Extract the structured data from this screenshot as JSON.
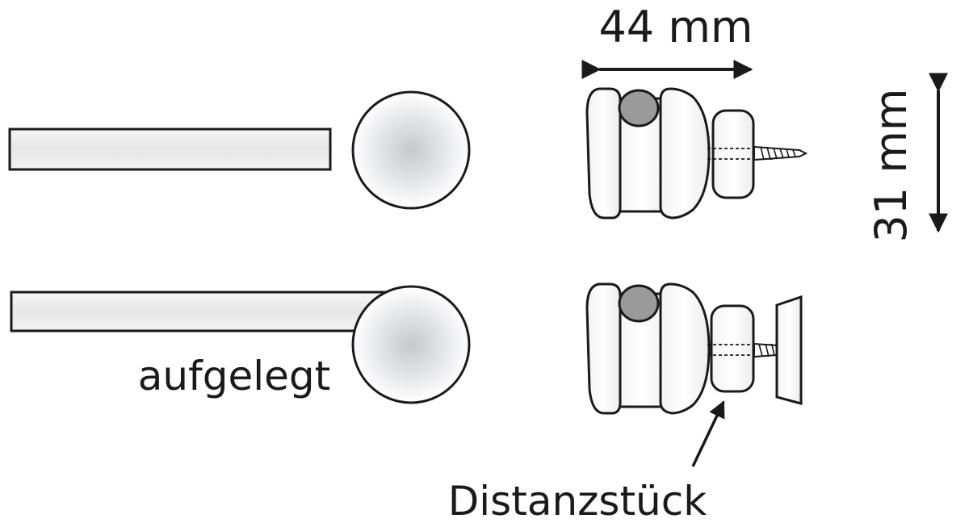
{
  "labels": {
    "width_dimension": "44 mm",
    "height_dimension": "31 mm",
    "mounting_label": "aufgelegt",
    "spacer_label": "Distanzstück"
  },
  "colors": {
    "stroke": "#1a1a1a",
    "rod_fill": "#eeeeee",
    "finial_center": "#c9cbd0",
    "finial_edge": "#ffffff",
    "rod_hole": "#9a9a9a"
  }
}
